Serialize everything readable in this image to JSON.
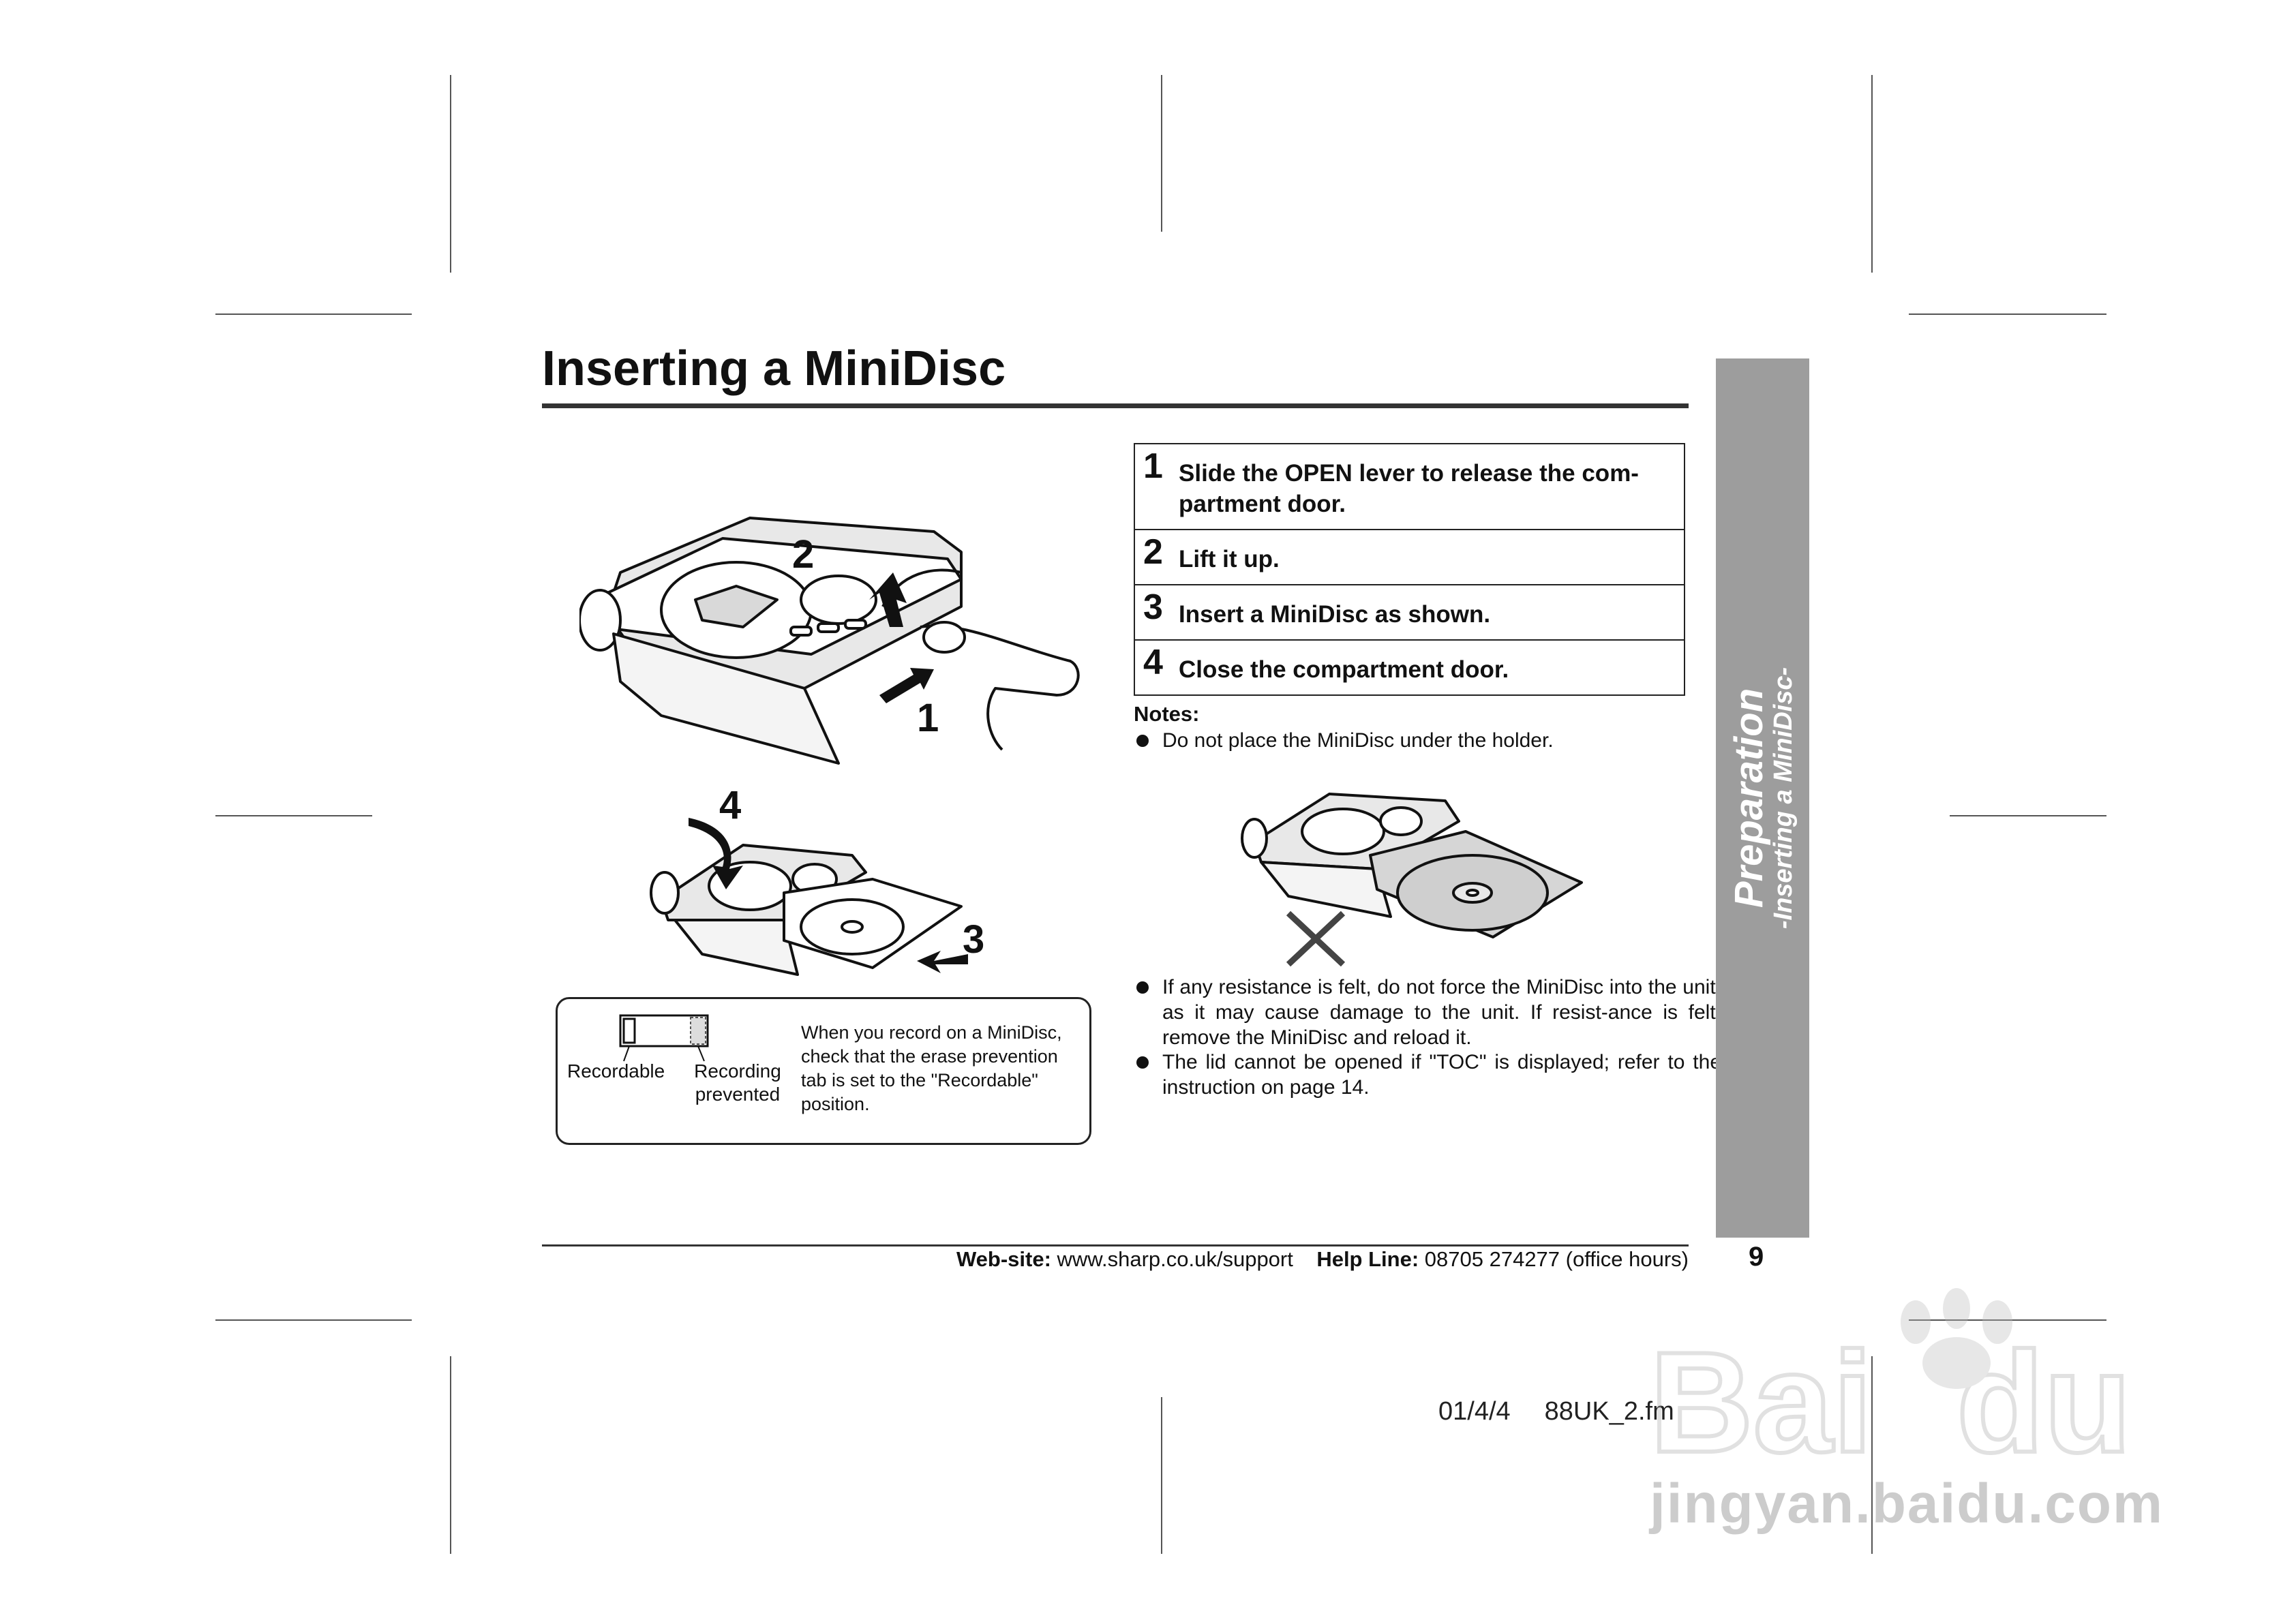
{
  "title": "Inserting a MiniDisc",
  "steps": [
    {
      "num": "1",
      "text": "Slide the OPEN lever to release the com-partment door."
    },
    {
      "num": "2",
      "text": "Lift it up."
    },
    {
      "num": "3",
      "text": "Insert a MiniDisc as shown."
    },
    {
      "num": "4",
      "text": "Close the compartment door."
    }
  ],
  "notes": {
    "label": "Notes:",
    "items": [
      "Do not place the MiniDisc under the holder.",
      "If any resistance is felt, do not force the MiniDisc into the unit, as it may cause damage to the unit. If resist-ance is felt, remove the MiniDisc and reload it.",
      "The lid cannot be opened if \"TOC\" is displayed; refer to the instruction on page 14."
    ]
  },
  "figure": {
    "callouts": [
      "2",
      "1",
      "4",
      "3"
    ],
    "tab_labels": {
      "recordable": "Recordable",
      "prevented": "Recording prevented"
    },
    "box_text": "When you record on a MiniDisc, check that the erase prevention tab is set to the \"Recordable\" position."
  },
  "side_tab": {
    "title": "Preparation",
    "subtitle": "-Inserting a MiniDisc-"
  },
  "footer": {
    "website_label": "Web-site:",
    "website": "www.sharp.co.uk/support",
    "helpline_label": "Help Line:",
    "helpline": "08705 274277 (office hours)",
    "page_number": "9"
  },
  "file_info": {
    "date": "01/4/4",
    "file": "88UK_2.fm"
  },
  "watermark": {
    "text": "jingyan.baidu.com",
    "logo": "baidu-logo"
  }
}
